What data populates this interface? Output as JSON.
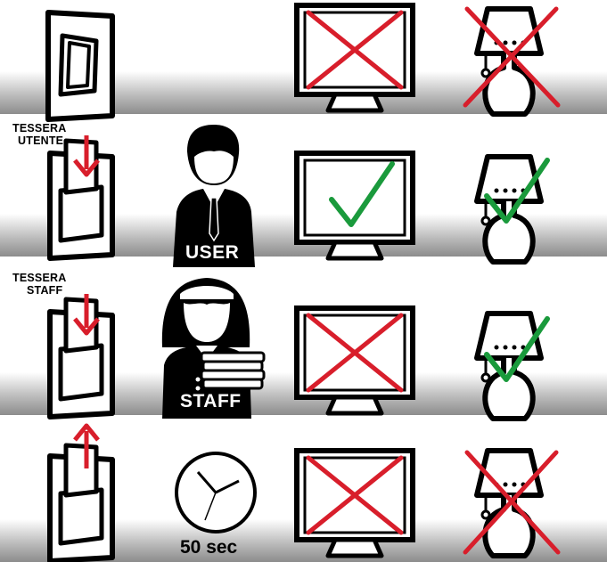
{
  "rows": [
    {
      "card_label": "",
      "person_badge": "",
      "tv_state": "off",
      "lamp_state": "off"
    },
    {
      "card_label_line1": "TESSERA",
      "card_label_line2": "UTENTE",
      "person_badge": "USER",
      "tv_state": "on",
      "lamp_state": "on"
    },
    {
      "card_label_line1": "TESSERA",
      "card_label_line2": "STAFF",
      "person_badge": "STAFF",
      "tv_state": "off",
      "lamp_state": "on"
    },
    {
      "card_action": "removed",
      "timer_label": "50 sec",
      "tv_state": "off",
      "lamp_state": "off"
    }
  ],
  "colors": {
    "cross": "#d81e2b",
    "check": "#1a9a3c",
    "arrow": "#d81e2b",
    "outline": "#000000"
  },
  "icons": [
    "light-switch-icon",
    "card-holder-icon",
    "user-icon",
    "staff-icon",
    "clock-icon",
    "tv-icon",
    "lamp-icon",
    "cross-icon",
    "check-icon",
    "arrow-icon"
  ]
}
